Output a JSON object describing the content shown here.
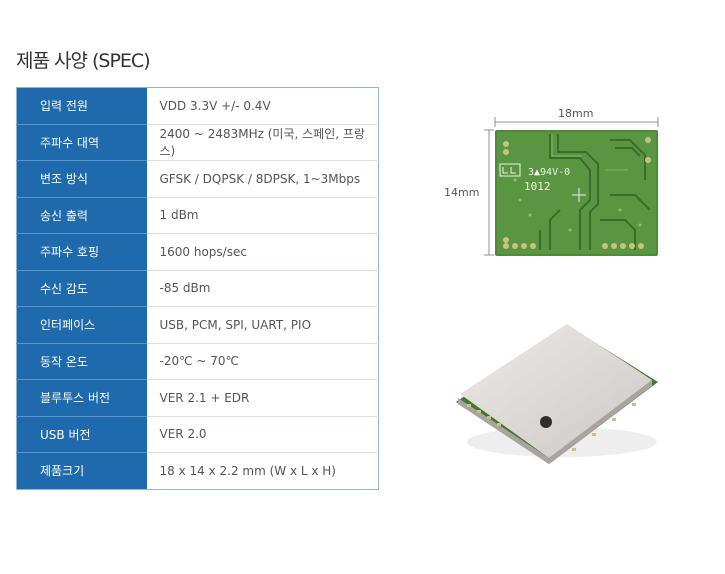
{
  "heading": "제품 사양 (SPEC)",
  "specs": [
    {
      "label": "입력 전원",
      "value": "VDD 3.3V +/- 0.4V"
    },
    {
      "label": "주파수 대역",
      "value": "2400 ~ 2483MHz (미국, 스페인, 프랑스)"
    },
    {
      "label": "변조 방식",
      "value": "GFSK / DQPSK / 8DPSK, 1~3Mbps"
    },
    {
      "label": "송신 출력",
      "value": "1 dBm"
    },
    {
      "label": "주파수 호핑",
      "value": "1600 hops/sec"
    },
    {
      "label": "수신 감도",
      "value": "-85 dBm"
    },
    {
      "label": "인터페이스",
      "value": "USB, PCM, SPI, UART, PIO"
    },
    {
      "label": "동작 온도",
      "value": "-20℃ ~ 70℃"
    },
    {
      "label": "블루투스 버전",
      "value": "VER 2.1 + EDR"
    },
    {
      "label": "USB 버전",
      "value": "VER 2.0"
    },
    {
      "label": "제품크기",
      "value": "18 x 14 x 2.2 mm  (W x L x H)"
    }
  ],
  "pcb": {
    "width_label": "18mm",
    "height_label": "14mm",
    "marking_line1": "3▲94V-0",
    "marking_line2": "1012"
  },
  "colors": {
    "label_bg": "#1e6aad",
    "table_border": "#8fb4d6",
    "pcb_green": "#4f8a3a",
    "module_shield": "#d9d5d2"
  }
}
